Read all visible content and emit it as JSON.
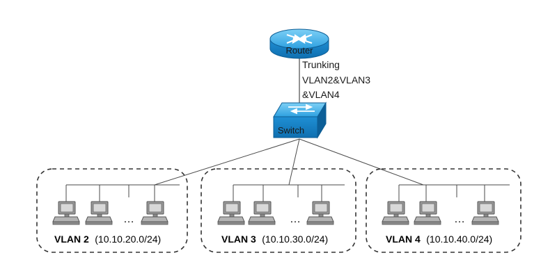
{
  "router": {
    "label": "Router",
    "icon": "router-icon"
  },
  "switch": {
    "label": "Switch",
    "icon": "switch-icon"
  },
  "trunk_link": {
    "lines": [
      "Trunking",
      "VLAN2&VLAN3",
      "&VLAN4"
    ]
  },
  "vlans": [
    {
      "name": "VLAN 2",
      "subnet": "(10.10.20.0/24)",
      "ellipsis": "…"
    },
    {
      "name": "VLAN 3",
      "subnet": "(10.10.30.0/24)",
      "ellipsis": "…"
    },
    {
      "name": "VLAN 4",
      "subnet": "(10.10.40.0/24)",
      "ellipsis": "…"
    }
  ],
  "colors": {
    "device_blue": "#1e8fd6",
    "device_top": "#5cc0f2",
    "pc_gray": "#a8a8a8",
    "line": "#4a4a4a"
  }
}
